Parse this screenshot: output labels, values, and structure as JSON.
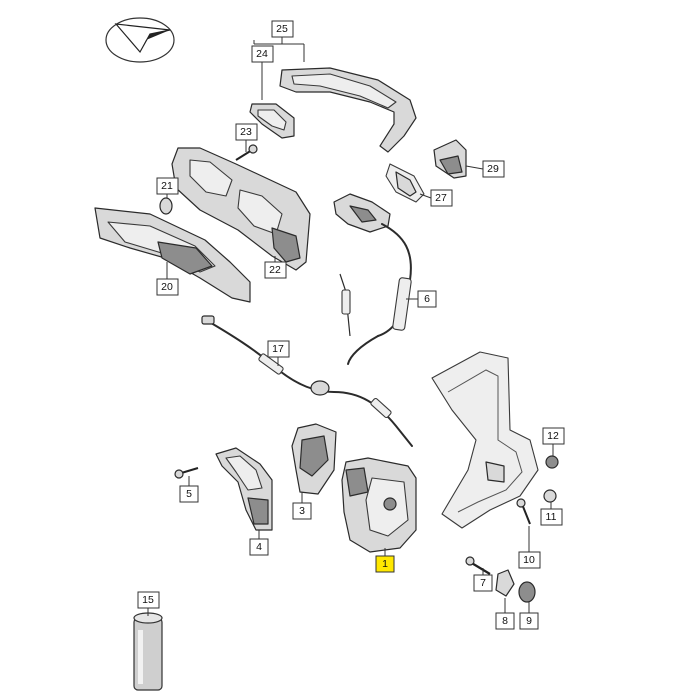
{
  "diagram": {
    "callouts": [
      {
        "id": "1",
        "highlighted": true
      },
      {
        "id": "3",
        "highlighted": false
      },
      {
        "id": "4",
        "highlighted": false
      },
      {
        "id": "5",
        "highlighted": false
      },
      {
        "id": "6",
        "highlighted": false
      },
      {
        "id": "7",
        "highlighted": false
      },
      {
        "id": "8",
        "highlighted": false
      },
      {
        "id": "9",
        "highlighted": false
      },
      {
        "id": "10",
        "highlighted": false
      },
      {
        "id": "11",
        "highlighted": false
      },
      {
        "id": "12",
        "highlighted": false
      },
      {
        "id": "15",
        "highlighted": false
      },
      {
        "id": "17",
        "highlighted": false
      },
      {
        "id": "20",
        "highlighted": false
      },
      {
        "id": "21",
        "highlighted": false
      },
      {
        "id": "22",
        "highlighted": false
      },
      {
        "id": "23",
        "highlighted": false
      },
      {
        "id": "24",
        "highlighted": false
      },
      {
        "id": "25",
        "highlighted": false
      },
      {
        "id": "27",
        "highlighted": false
      },
      {
        "id": "29",
        "highlighted": false
      }
    ],
    "colors": {
      "highlight": "#ffe800",
      "part_fill": "#d9d9d9",
      "outline": "#2b2b2b"
    },
    "icons": [
      "orientation-arrow-icon"
    ]
  }
}
